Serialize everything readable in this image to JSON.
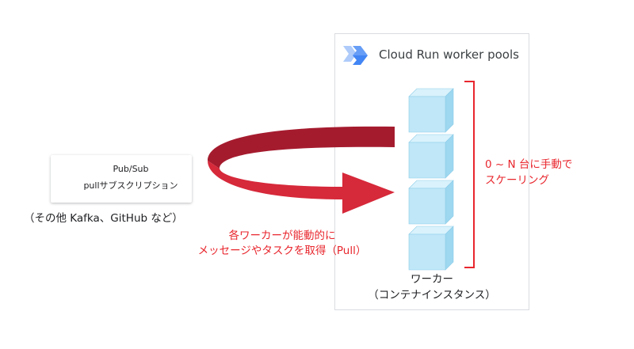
{
  "pool": {
    "title": "Cloud Run worker pools",
    "workers": [
      1,
      2,
      3,
      4
    ],
    "worker_label_line1": "ワーカー",
    "worker_label_line2": "（コンテナインスタンス）"
  },
  "source": {
    "name": "Pub/Sub",
    "subscription": "pullサブスクリプション",
    "others": "（その他 Kafka、GitHub など）"
  },
  "pull_note": {
    "line1": "各ワーカーが能動的に",
    "line2": "メッセージやタスクを取得（Pull）"
  },
  "scaling": {
    "line1": "0 ~ N 台に手動で",
    "line2": "スケーリング"
  },
  "colors": {
    "accent_red": "#e8262d",
    "arrow_front": "#d6293a",
    "arrow_back": "#a51b2e",
    "cube_face": "#bfe7f8",
    "cube_top": "#d9f2fc",
    "cube_side": "#9dd7f0",
    "cloud_run_blue": "#4285f4"
  }
}
